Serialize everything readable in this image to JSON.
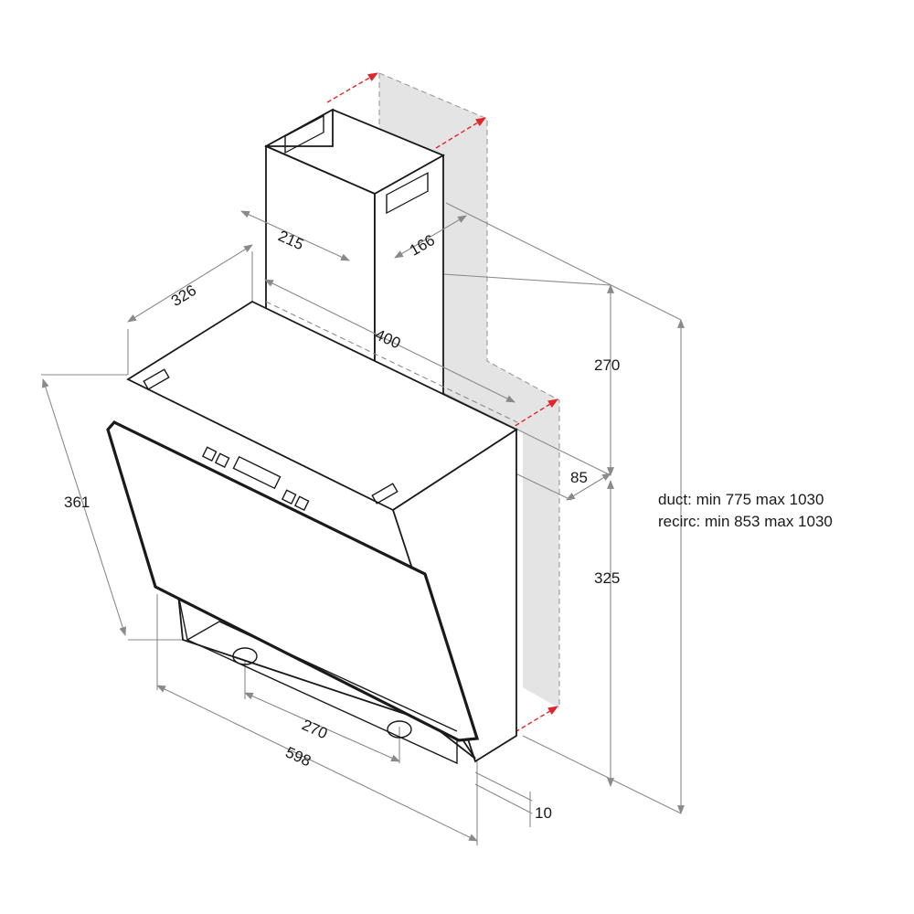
{
  "dimensions": {
    "chimney_width": "215",
    "chimney_depth": "166",
    "body_depth": "326",
    "body_width_top": "400",
    "upper_height": "270",
    "offset": "85",
    "lower_height": "325",
    "glass_height": "361",
    "bottom_spacing": "270",
    "total_width": "598",
    "glass_gap": "10"
  },
  "height_notes": {
    "duct": "duct: min 775 max 1030",
    "recirc": "recirc: min 853 max 1030"
  },
  "colors": {
    "line": "#1a1a1a",
    "dimension_line": "#8a8a8a",
    "wall_fill": "#e4e4e4",
    "wall_marker": "#e0262b"
  }
}
